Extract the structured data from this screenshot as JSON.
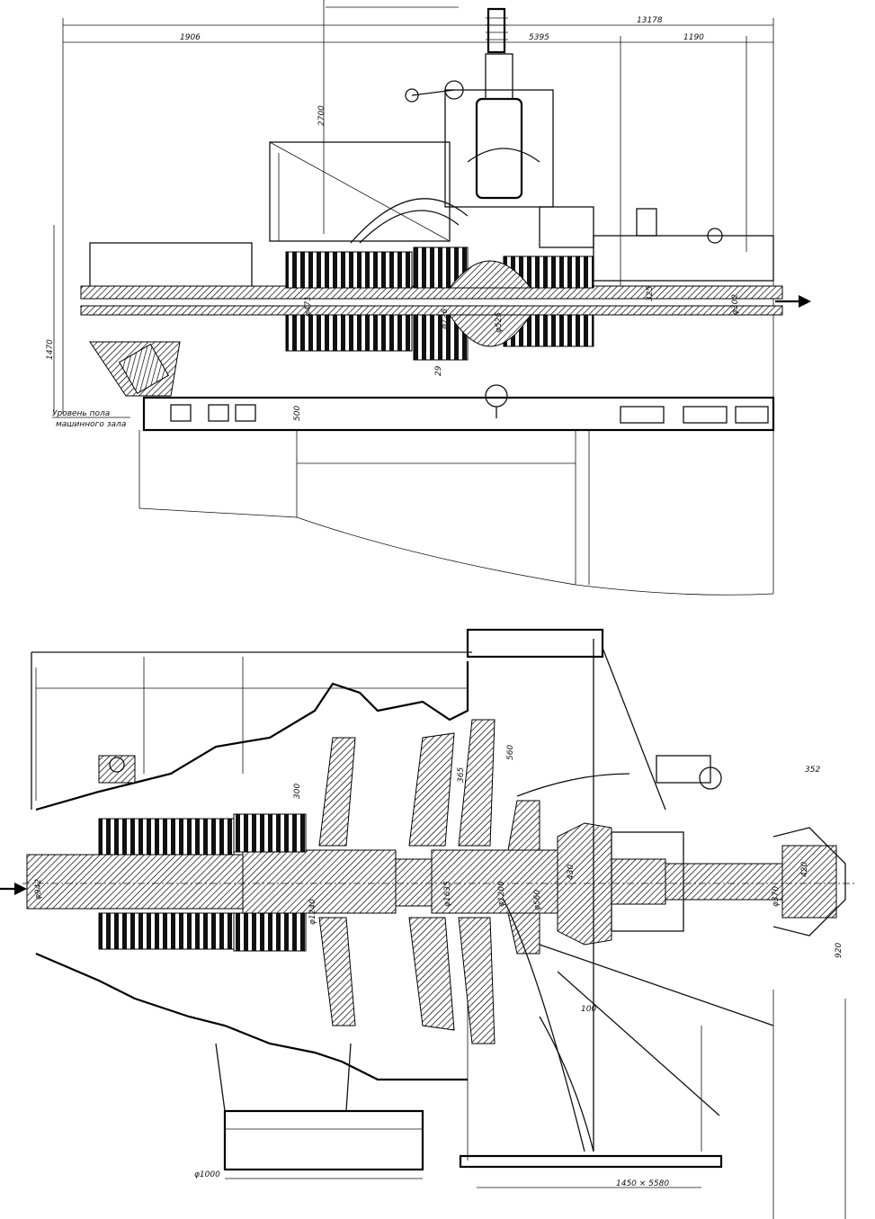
{
  "upper_view": {
    "dimensions": {
      "overall": "13178",
      "left_span": "1906",
      "middle_span": "5395",
      "right_span": "1190",
      "vertical_left": "2700",
      "height_left": "1470",
      "small_shaft": "325",
      "bottom_1": "500",
      "bottom_2": "29",
      "dia_center": "φ726",
      "dia_rotor": "φ525",
      "dia_shaft": "φ302",
      "dia_mid": "φ471"
    },
    "floor_label_line1": "Уровень пола",
    "floor_label_line2": "машинного зала"
  },
  "lower_view": {
    "dimensions": {
      "dia_exhaust": "φ1000",
      "exhaust_size": "1450 × 5580",
      "dim_560": "560",
      "dim_365": "365",
      "dim_300": "300",
      "dia_1635": "φ1635",
      "dia_1200": "φ1200",
      "dim_100": "100",
      "dim_920": "920",
      "dim_420": "420",
      "dim_430": "430",
      "dim_352": "352",
      "dia_370": "φ370",
      "dia_942": "φ942",
      "dia_560": "φ560",
      "dia_1240": "φ1240"
    }
  }
}
